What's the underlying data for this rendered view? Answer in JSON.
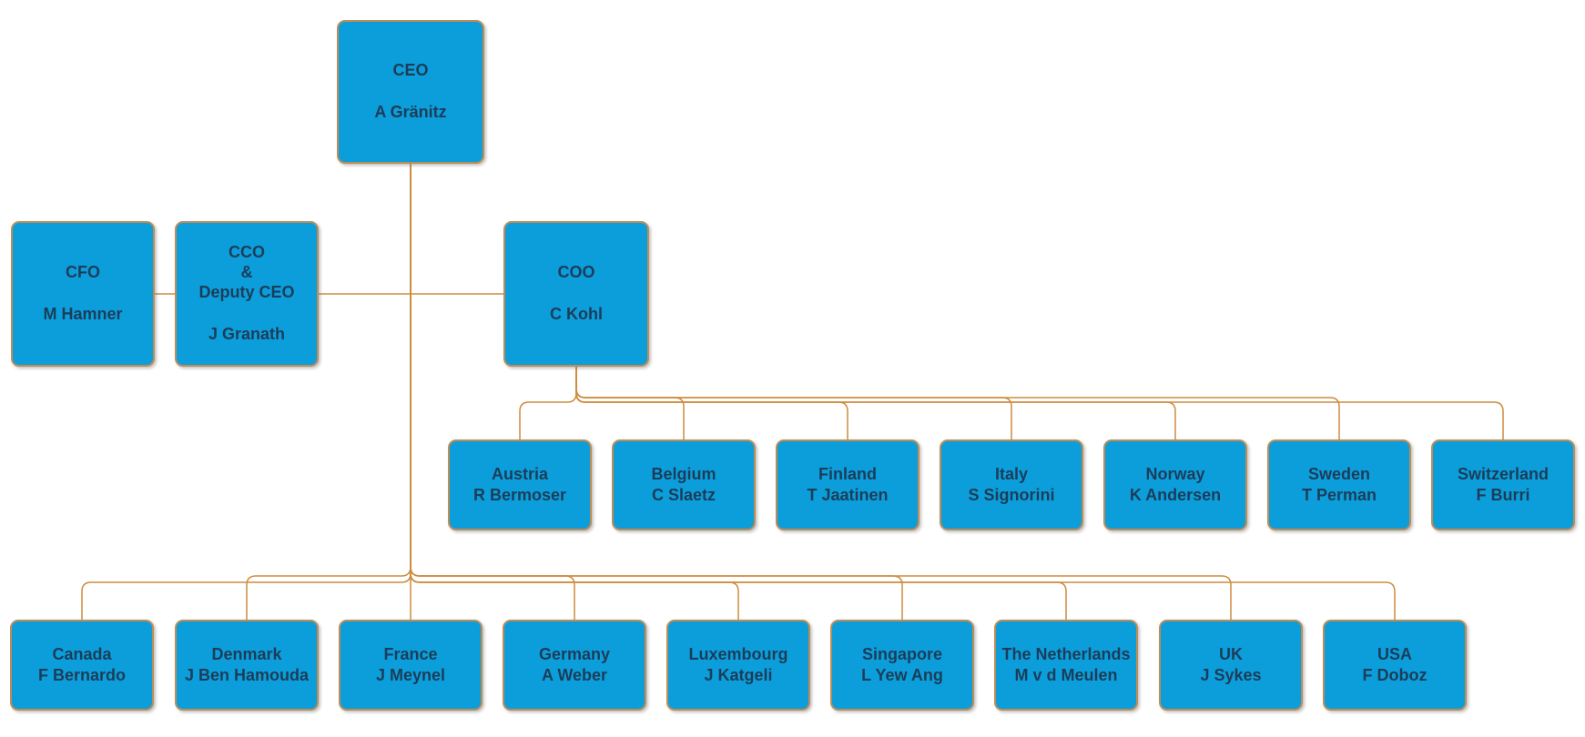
{
  "chart": {
    "type": "org-chart",
    "colors": {
      "node_fill": "#0c9edb",
      "node_border": "#bd8d57",
      "node_text": "#1b3d59",
      "connector": "#cd8c3f"
    },
    "nodes": [
      {
        "id": "ceo",
        "title": "CEO",
        "name": "A Gränitz",
        "parent": null
      },
      {
        "id": "cfo",
        "title": "CFO",
        "name": "M Hamner",
        "parent": "ceo"
      },
      {
        "id": "cco",
        "title": "CCO\n&\nDeputy CEO",
        "name": "J Granath",
        "parent": "ceo"
      },
      {
        "id": "coo",
        "title": "COO",
        "name": "C Kohl",
        "parent": "ceo"
      },
      {
        "id": "austria",
        "title": "Austria",
        "name": "R Bermoser",
        "parent": "coo"
      },
      {
        "id": "belgium",
        "title": "Belgium",
        "name": "C Slaetz",
        "parent": "coo"
      },
      {
        "id": "finland",
        "title": "Finland",
        "name": "T Jaatinen",
        "parent": "coo"
      },
      {
        "id": "italy",
        "title": "Italy",
        "name": "S Signorini",
        "parent": "coo"
      },
      {
        "id": "norway",
        "title": "Norway",
        "name": "K Andersen",
        "parent": "coo"
      },
      {
        "id": "sweden",
        "title": "Sweden",
        "name": "T Perman",
        "parent": "coo"
      },
      {
        "id": "switzerland",
        "title": "Switzerland",
        "name": "F Burri",
        "parent": "coo"
      },
      {
        "id": "canada",
        "title": "Canada",
        "name": "F Bernardo",
        "parent": "ceo"
      },
      {
        "id": "denmark",
        "title": "Denmark",
        "name": "J Ben Hamouda",
        "parent": "ceo"
      },
      {
        "id": "france",
        "title": "France",
        "name": "J Meynel",
        "parent": "ceo"
      },
      {
        "id": "germany",
        "title": "Germany",
        "name": "A Weber",
        "parent": "ceo"
      },
      {
        "id": "luxembourg",
        "title": "Luxembourg",
        "name": "J Katgeli",
        "parent": "ceo"
      },
      {
        "id": "singapore",
        "title": "Singapore",
        "name": "L Yew Ang",
        "parent": "ceo"
      },
      {
        "id": "netherlands",
        "title": "The Netherlands",
        "name": "M v d Meulen",
        "parent": "ceo"
      },
      {
        "id": "uk",
        "title": "UK",
        "name": "J Sykes",
        "parent": "ceo"
      },
      {
        "id": "usa",
        "title": "USA",
        "name": "F Doboz",
        "parent": "ceo"
      }
    ]
  }
}
